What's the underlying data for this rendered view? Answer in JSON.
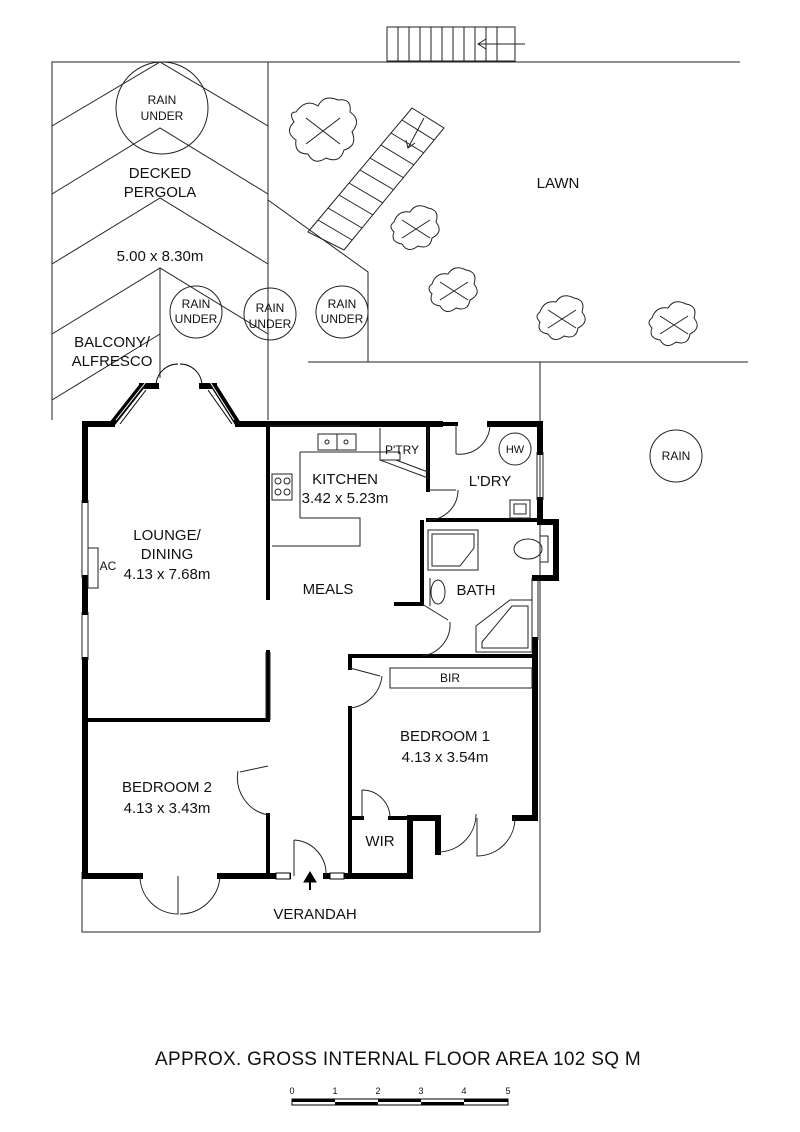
{
  "rooms": {
    "pergola": {
      "name_line1": "DECKED",
      "name_line2": "PERGOLA",
      "dims": "5.00 x 8.30m"
    },
    "balcony": {
      "name_line1": "BALCONY/",
      "name_line2": "ALFRESCO"
    },
    "lawn": "LAWN",
    "kitchen": {
      "name": "KITCHEN",
      "dims": "3.42 x 5.23m"
    },
    "pantry": "P'TRY",
    "laundry": "L'DRY",
    "hot_water": "HW",
    "lounge": {
      "name_line1": "LOUNGE/",
      "name_line2": "DINING",
      "dims": "4.13 x 7.68m"
    },
    "air_con": "AC",
    "meals": "MEALS",
    "bath": "BATH",
    "bir": "BIR",
    "bedroom1": {
      "name": "BEDROOM 1",
      "dims": "4.13 x 3.54m"
    },
    "bedroom2": {
      "name": "BEDROOM 2",
      "dims": "4.13 x 3.43m"
    },
    "wir": "WIR",
    "verandah": "VERANDAH"
  },
  "rain_tanks": [
    {
      "line1": "RAIN",
      "line2": "UNDER"
    },
    {
      "line1": "RAIN",
      "line2": "UNDER"
    },
    {
      "line1": "RAIN",
      "line2": "UNDER"
    },
    {
      "line1": "RAIN",
      "line2": "UNDER"
    },
    {
      "line1": "RAIN",
      "line2": ""
    }
  ],
  "footer": "APPROX. GROSS INTERNAL FLOOR AREA  102 SQ M",
  "scale_bar": {
    "labels": [
      "0",
      "1",
      "2",
      "3",
      "4",
      "5"
    ]
  },
  "colors": {
    "wall": "#000000",
    "line": "#111111",
    "background": "#ffffff"
  }
}
